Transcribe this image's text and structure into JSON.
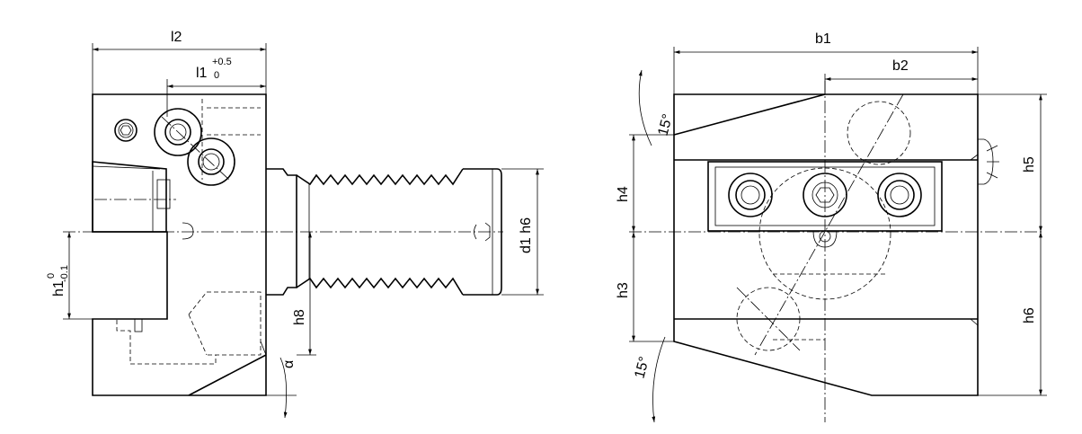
{
  "left_view": {
    "l2": "l2",
    "l1": "l1",
    "l1_upper": "+0.5",
    "l1_lower": "0",
    "h1": "h1",
    "h1_lower": "-0.1",
    "h1_upper": "0",
    "h8": "h8",
    "d1": "d1 h6",
    "alpha": "α"
  },
  "right_view": {
    "b1": "b1",
    "b2": "b2",
    "h4": "h4",
    "h3": "h3",
    "h5": "h5",
    "h6": "h6",
    "angle_top": "15°",
    "angle_bottom": "15°"
  }
}
